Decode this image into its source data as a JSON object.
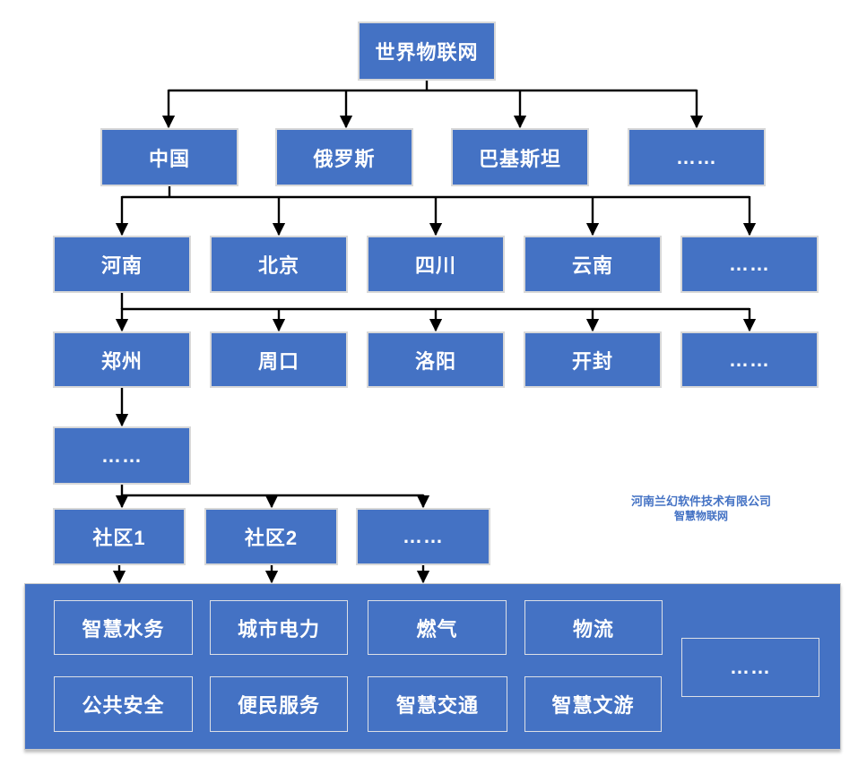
{
  "diagram": {
    "root": {
      "label": "世界物联网"
    },
    "level2": [
      {
        "label": "中国"
      },
      {
        "label": "俄罗斯"
      },
      {
        "label": "巴基斯坦"
      },
      {
        "label": "……"
      }
    ],
    "level3": [
      {
        "label": "河南"
      },
      {
        "label": "北京"
      },
      {
        "label": "四川"
      },
      {
        "label": "云南"
      },
      {
        "label": "……"
      }
    ],
    "level4": [
      {
        "label": "郑州"
      },
      {
        "label": "周口"
      },
      {
        "label": "洛阳"
      },
      {
        "label": "开封"
      },
      {
        "label": "……"
      }
    ],
    "level5": {
      "label": "……"
    },
    "level6": [
      {
        "label": "社区1"
      },
      {
        "label": "社区2"
      },
      {
        "label": "……"
      }
    ],
    "services": {
      "row1": [
        {
          "label": "智慧水务"
        },
        {
          "label": "城市电力"
        },
        {
          "label": "燃气"
        },
        {
          "label": "物流"
        }
      ],
      "row2": [
        {
          "label": "公共安全"
        },
        {
          "label": "便民服务"
        },
        {
          "label": "智慧交通"
        },
        {
          "label": "智慧文游"
        }
      ],
      "more": {
        "label": "……"
      }
    }
  },
  "watermark": {
    "line1": "河南兰幻软件技术有限公司",
    "line2": "智慧物联网"
  },
  "colors": {
    "node_fill": "#4472C4",
    "node_border": "#D8D8D8",
    "inner_box_border": "#DDE0E6",
    "connector": "#000000",
    "node_text": "#FFFFFF",
    "watermark_text": "#4472C4",
    "background": "#FFFFFF"
  }
}
